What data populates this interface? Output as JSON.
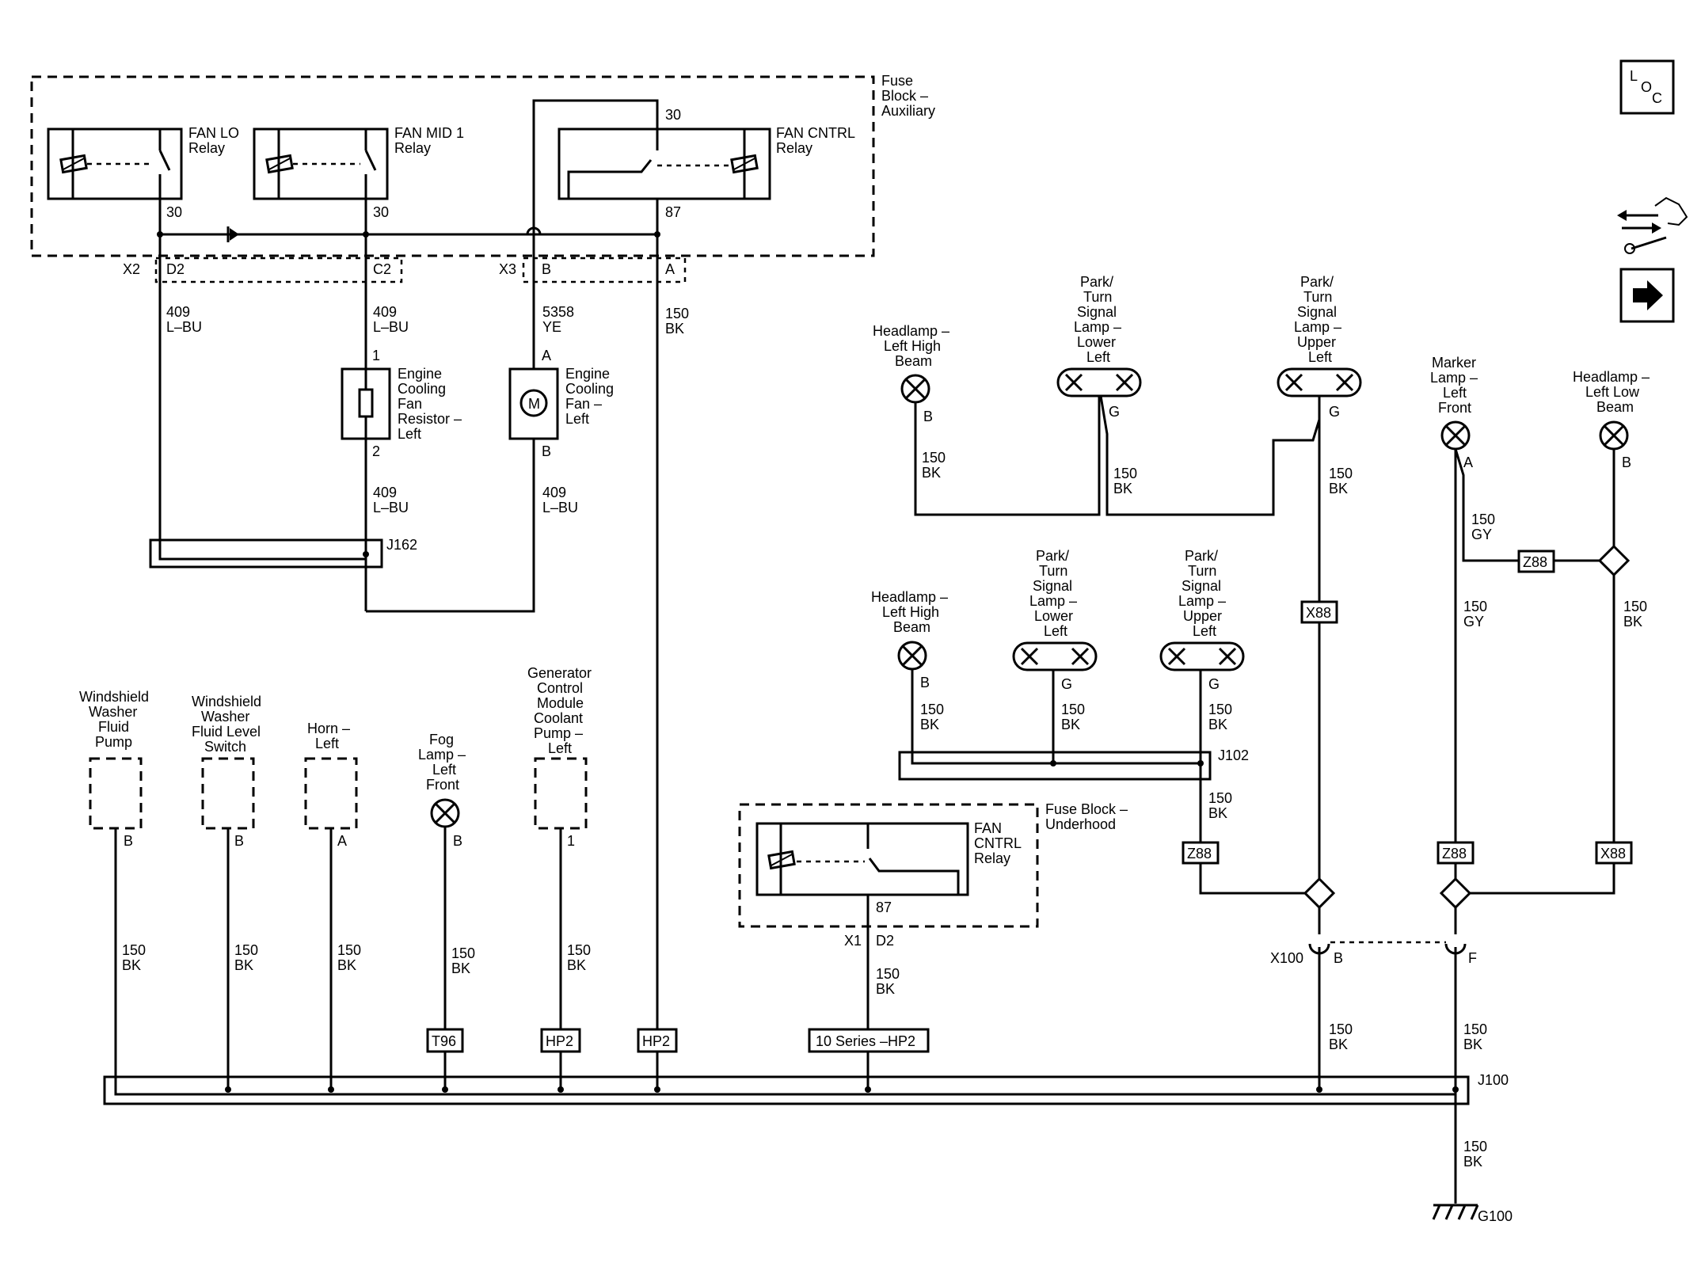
{
  "fuse_block_aux": {
    "title": [
      "Fuse",
      "Block –",
      "Auxiliary"
    ]
  },
  "fuse_block_under": {
    "title": [
      "Fuse Block –",
      "Underhood"
    ]
  },
  "relays": {
    "fan_lo": [
      "FAN LO",
      "Relay"
    ],
    "fan_mid1": [
      "FAN MID 1",
      "Relay"
    ],
    "fan_cntrl_aux": [
      "FAN CNTRL",
      "Relay"
    ],
    "fan_cntrl_under": [
      "FAN",
      "CNTRL",
      "Relay"
    ]
  },
  "pins": {
    "p30a": "30",
    "p30b": "30",
    "p30c": "30",
    "p87a": "87",
    "p87b": "87",
    "x2": "X2",
    "d2": "D2",
    "c2": "C2",
    "x3": "X3",
    "b": "B",
    "a": "A",
    "one": "1",
    "two": "2",
    "g": "G",
    "x1": "X1",
    "f": "F",
    "x100": "X100"
  },
  "wires": {
    "w409": "409",
    "lbu": "L–BU",
    "w5358": "5358",
    "ye": "YE",
    "w150": "150",
    "bk": "BK",
    "gy": "GY"
  },
  "components": {
    "resistor": [
      "Engine",
      "Cooling",
      "Fan",
      "Resistor –",
      "Left"
    ],
    "fan": [
      "Engine",
      "Cooling",
      "Fan –",
      "Left"
    ],
    "fan_symbol": "M",
    "hl_hi_top": [
      "Headlamp –",
      "Left High",
      "Beam"
    ],
    "park_lower_top": [
      "Park/",
      "Turn",
      "Signal",
      "Lamp –",
      "Lower",
      "Left"
    ],
    "park_upper_top": [
      "Park/",
      "Turn",
      "Signal",
      "Lamp –",
      "Upper",
      "Left"
    ],
    "marker": [
      "Marker",
      "Lamp –",
      "Left",
      "Front"
    ],
    "hl_lo": [
      "Headlamp –",
      "Left Low",
      "Beam"
    ],
    "hl_hi_mid": [
      "Headlamp –",
      "Left High",
      "Beam"
    ],
    "park_lower_mid": [
      "Park/",
      "Turn",
      "Signal",
      "Lamp –",
      "Lower",
      "Left"
    ],
    "park_upper_mid": [
      "Park/",
      "Turn",
      "Signal",
      "Lamp –",
      "Upper",
      "Left"
    ],
    "ws_pump": [
      "Windshield",
      "Washer",
      "Fluid",
      "Pump"
    ],
    "ws_switch": [
      "Windshield",
      "Washer",
      "Fluid Level",
      "Switch"
    ],
    "horn": [
      "Horn –",
      "Left"
    ],
    "fog": [
      "Fog",
      "Lamp –",
      "Left",
      "Front"
    ],
    "gen": [
      "Generator",
      "Control",
      "Module",
      "Coolant",
      "Pump –",
      "Left"
    ]
  },
  "splices": {
    "j162": "J162",
    "j102": "J102",
    "j100": "J100",
    "g100": "G100"
  },
  "refs": {
    "t96": "T96",
    "hp2a": "HP2",
    "hp2b": "HP2",
    "series": "10 Series –HP2",
    "z88a": "Z88",
    "z88b": "Z88",
    "z88c": "Z88",
    "x88a": "X88",
    "x88b": "X88"
  },
  "nav": {
    "loc": [
      "L",
      "O",
      "C"
    ]
  }
}
